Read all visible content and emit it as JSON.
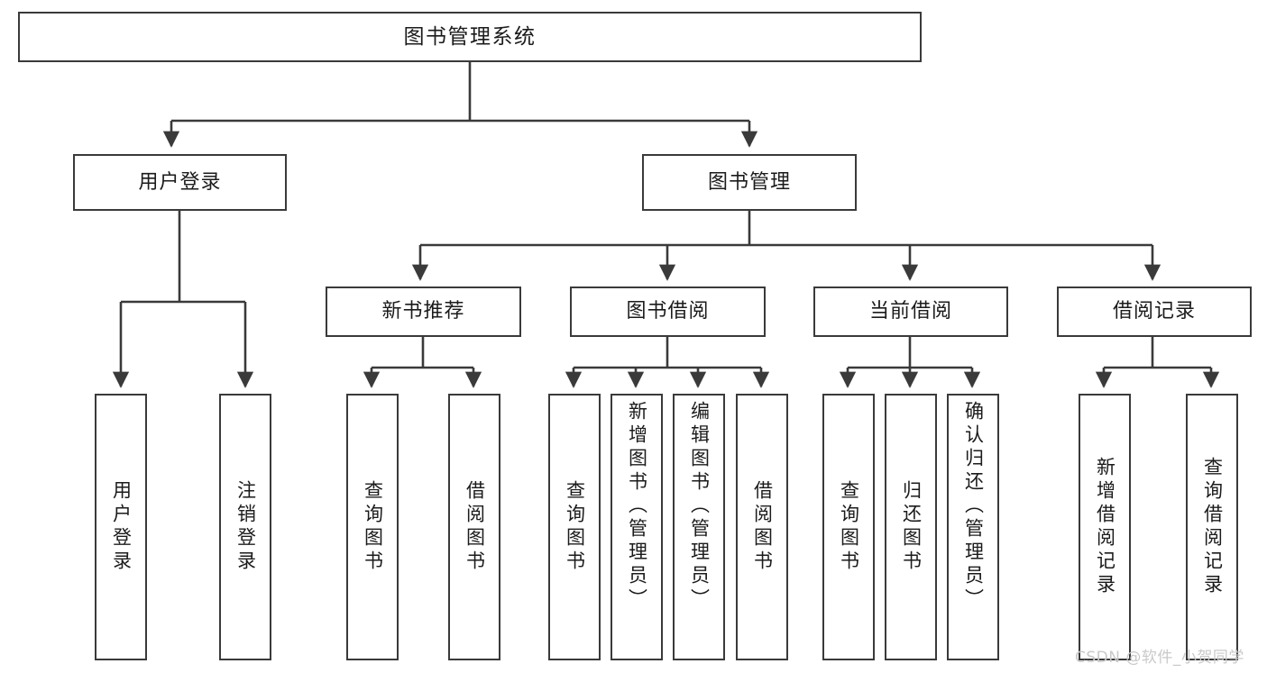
{
  "diagram": {
    "type": "hierarchy-tree",
    "title": "图书管理系统",
    "root": {
      "label": "图书管理系统"
    },
    "level2": [
      {
        "label": "用户登录"
      },
      {
        "label": "图书管理"
      }
    ],
    "level3": [
      {
        "label": "新书推荐"
      },
      {
        "label": "图书借阅"
      },
      {
        "label": "当前借阅"
      },
      {
        "label": "借阅记录"
      }
    ],
    "leaves": {
      "user_login": [
        {
          "label": "用户登录"
        },
        {
          "label": "注销登录"
        }
      ],
      "new_book_recommend": [
        {
          "label": "查询图书"
        },
        {
          "label": "借阅图书"
        }
      ],
      "book_borrow": [
        {
          "label": "查询图书"
        },
        {
          "label": "新增图书（管理员）"
        },
        {
          "label": "编辑图书（管理员）"
        },
        {
          "label": "借阅图书"
        }
      ],
      "current_borrow": [
        {
          "label": "查询图书"
        },
        {
          "label": "归还图书"
        },
        {
          "label": "确认归还（管理员）"
        }
      ],
      "borrow_records": [
        {
          "label": "新增借阅记录"
        },
        {
          "label": "查询借阅记录"
        }
      ]
    }
  },
  "watermark": {
    "text": "CSDN @软件_小贺同学"
  },
  "colors": {
    "stroke": "#3a3a3a",
    "text": "#1b1b1b",
    "background": "#ffffff",
    "watermark": "#c9c9c9"
  }
}
